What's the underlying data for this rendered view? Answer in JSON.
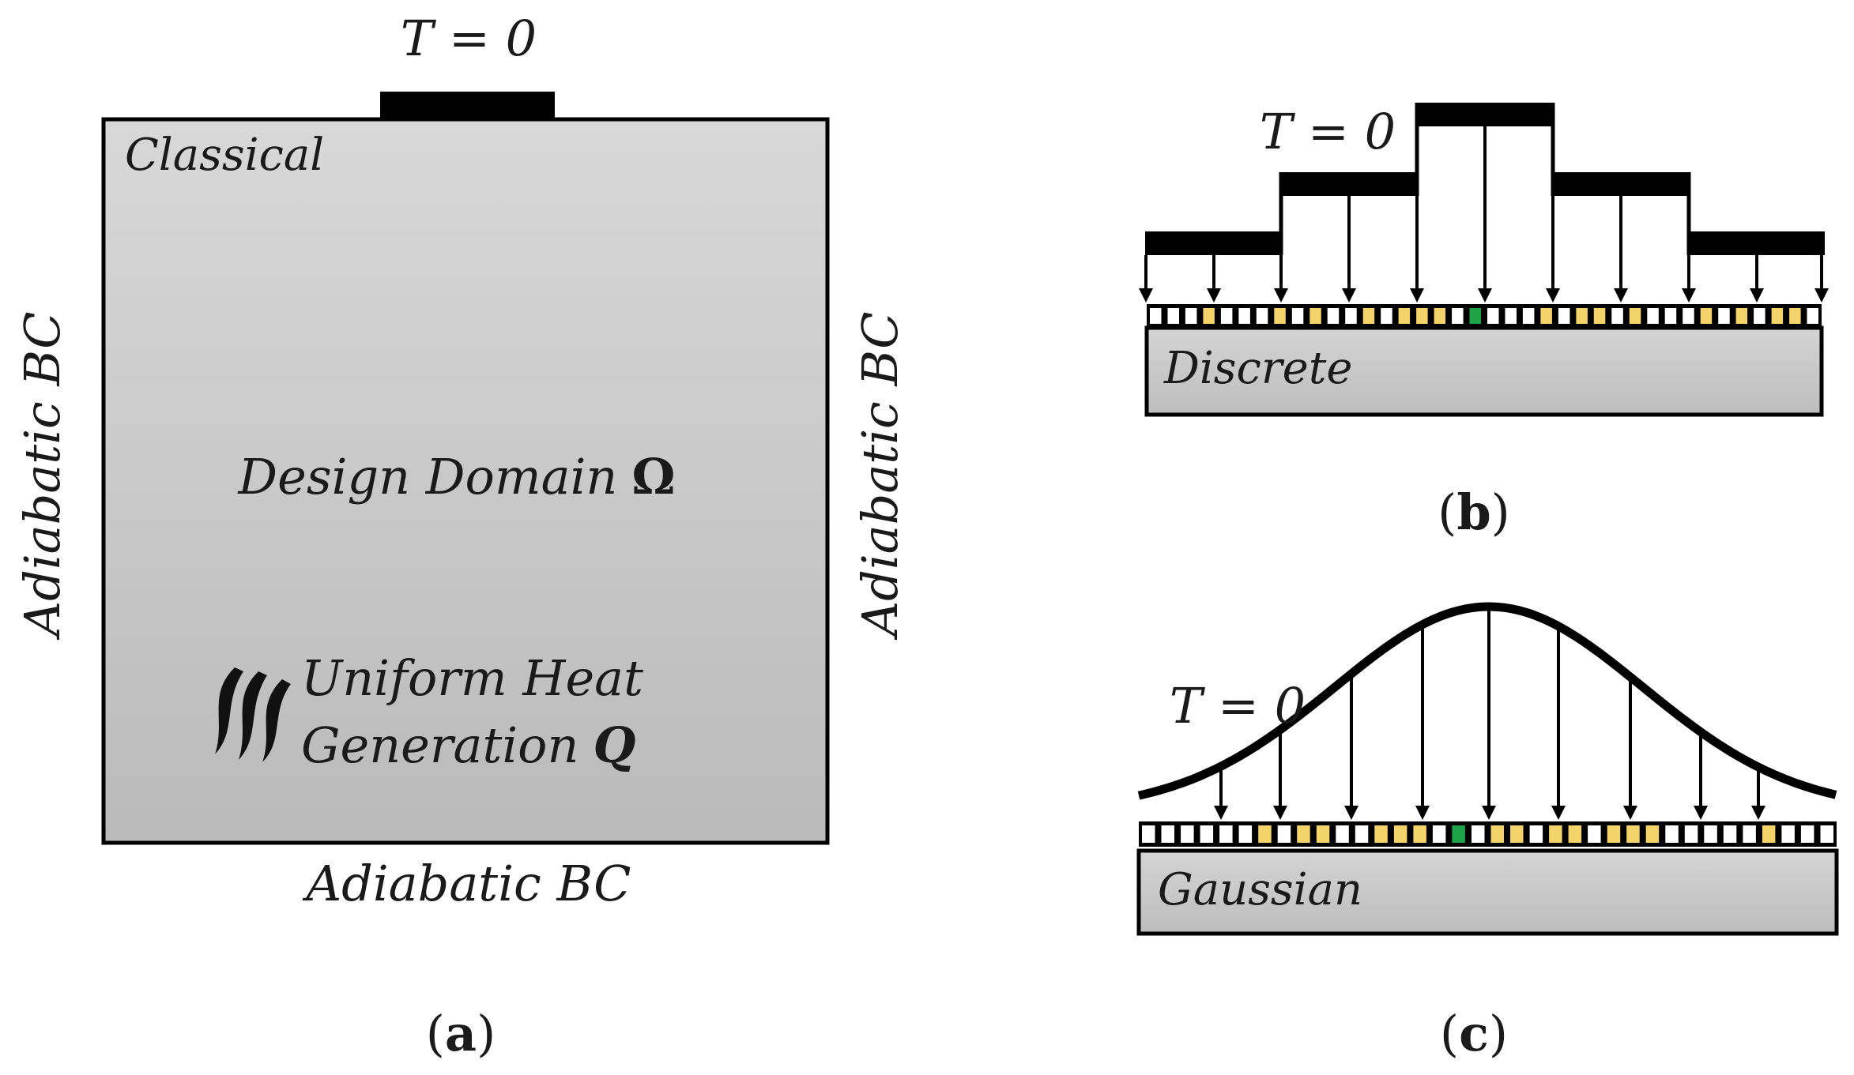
{
  "panel_a": {
    "heat_sink_label": "T = 0",
    "type_label": "Classical",
    "domain_label": "Design Domain",
    "domain_symbol": "Ω",
    "heat_line1": "Uniform Heat",
    "heat_line2": "Generation",
    "heat_symbol": "Q",
    "bc_left": "Adiabatic BC",
    "bc_right": "Adiabatic BC",
    "bc_bottom": "Adiabatic BC",
    "caption_letter": "a",
    "icon": "heat-wave-icon"
  },
  "panel_b": {
    "sink_label": "T = 0",
    "type_label": "Discrete",
    "caption_letter": "b",
    "cell_pattern": "wwwywwwywywwywyyywgwwwywyywywwwywywyyw"
  },
  "panel_c": {
    "sink_label": "T = 0",
    "type_label": "Gaussian",
    "caption_letter": "c",
    "cell_pattern": "wwwwwwywyywwyyywgwyywyywyyywwwwwywww"
  },
  "colors": {
    "domain_fill_top": "#d6d6d6",
    "domain_fill_bottom": "#bcbcbc",
    "sink": "#000000",
    "cell_empty": "#ffffff",
    "cell_active": "#f5d36b",
    "cell_center": "#1fa347"
  }
}
